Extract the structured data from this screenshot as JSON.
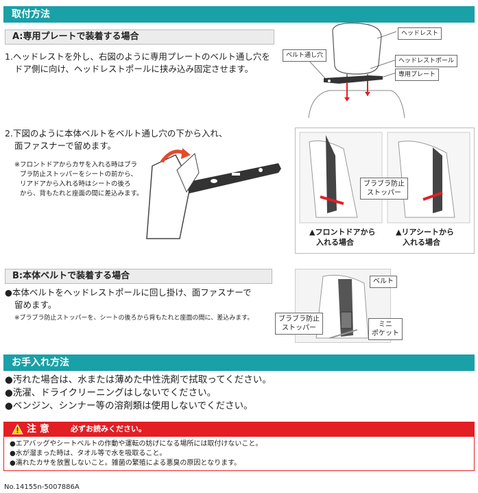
{
  "section1": {
    "title": "取付方法"
  },
  "partA": {
    "heading": "A:専用プレートで装着する場合",
    "step1_line1": "1.ヘッドレストを外し、右図のように専用プレートのベルト通し穴を",
    "step1_line2": "ドア側に向け、ヘッドレストポールに挟み込み固定させます。",
    "labels": {
      "headrest": "ヘッドレスト",
      "belt_hole": "ベルト通し穴",
      "headrest_pole": "ヘッドレストポール",
      "plate": "専用プレート"
    }
  },
  "step2": {
    "line1": "2.下図のように本体ベルトをベルト通し穴の下から入れ、",
    "line2": "面ファスナーで留めます。",
    "note1": "※フロントドアからカサを入れる時はブラ",
    "note2": "ブラ防止ストッパーをシートの前から、",
    "note3": "リアドアから入れる時はシートの後ろ",
    "note4": "から、背もたれと座面の間に差込みます。",
    "stopper_label1": "ブラブラ防止",
    "stopper_label2": "ストッパー",
    "caption_front1": "▲フロントドアから",
    "caption_front2": "入れる場合",
    "caption_rear1": "▲リアシートから",
    "caption_rear2": "入れる場合"
  },
  "partB": {
    "heading": "B:本体ベルトで装着する場合",
    "line1": "●本体ベルトをヘッドレストポールに回し掛け、面ファスナーで",
    "line2": "留めます。",
    "note": "※ブラブラ防止ストッパーを、シートの後ろから背もたれと座面の間に、差込みます。",
    "labels": {
      "belt": "ベルト",
      "stopper1": "ブラブラ防止",
      "stopper2": "ストッパー",
      "pocket1": "ミニ",
      "pocket2": "ポケット"
    }
  },
  "section2": {
    "title": "お手入れ方法",
    "items": [
      "●汚れた場合は、水または薄めた中性洗剤で拭取ってください。",
      "●洗濯、ドライクリーニングはしないでください。",
      "●ベンジン、シンナー等の溶剤類は使用しないでください。"
    ]
  },
  "warning": {
    "title": "注 意",
    "subtitle": "必ずお読みください。",
    "items": [
      "●エアバッグやシートベルトの作動や運転の妨げになる場所には取付けないこと。",
      "●水が溜まった時は、タオル等で水を吸取ること。",
      "●濡れたカサを放置しないこと。雑菌の繁殖による悪臭の原因となります。"
    ]
  },
  "footer": {
    "code": "No.14155n-5007886A"
  },
  "colors": {
    "teal": "#1aa0a7",
    "red": "#e31e24"
  }
}
